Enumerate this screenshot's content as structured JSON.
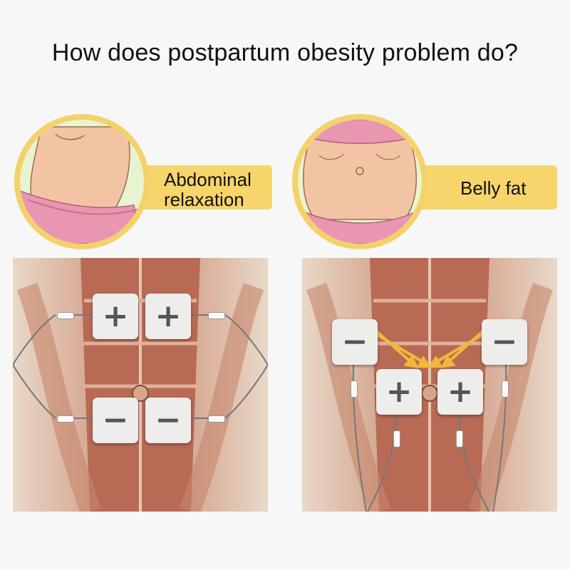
{
  "title": "How does postpartum obesity problem do?",
  "callouts": [
    {
      "label_line1": "Abdominal",
      "label_line2": "relaxation"
    },
    {
      "label": "Belly fat"
    }
  ],
  "pads": {
    "plus": "+",
    "minus": "−"
  },
  "colors": {
    "callout_yellow": "#f7d56a",
    "circle_fill": "#e8f3cf",
    "arrow": "#f5c542",
    "muscle": "#b9705a"
  },
  "icons": [
    "belly-side-illustration",
    "belly-front-illustration",
    "abdominal-muscles-illustration",
    "electrode-pad",
    "arrow"
  ]
}
